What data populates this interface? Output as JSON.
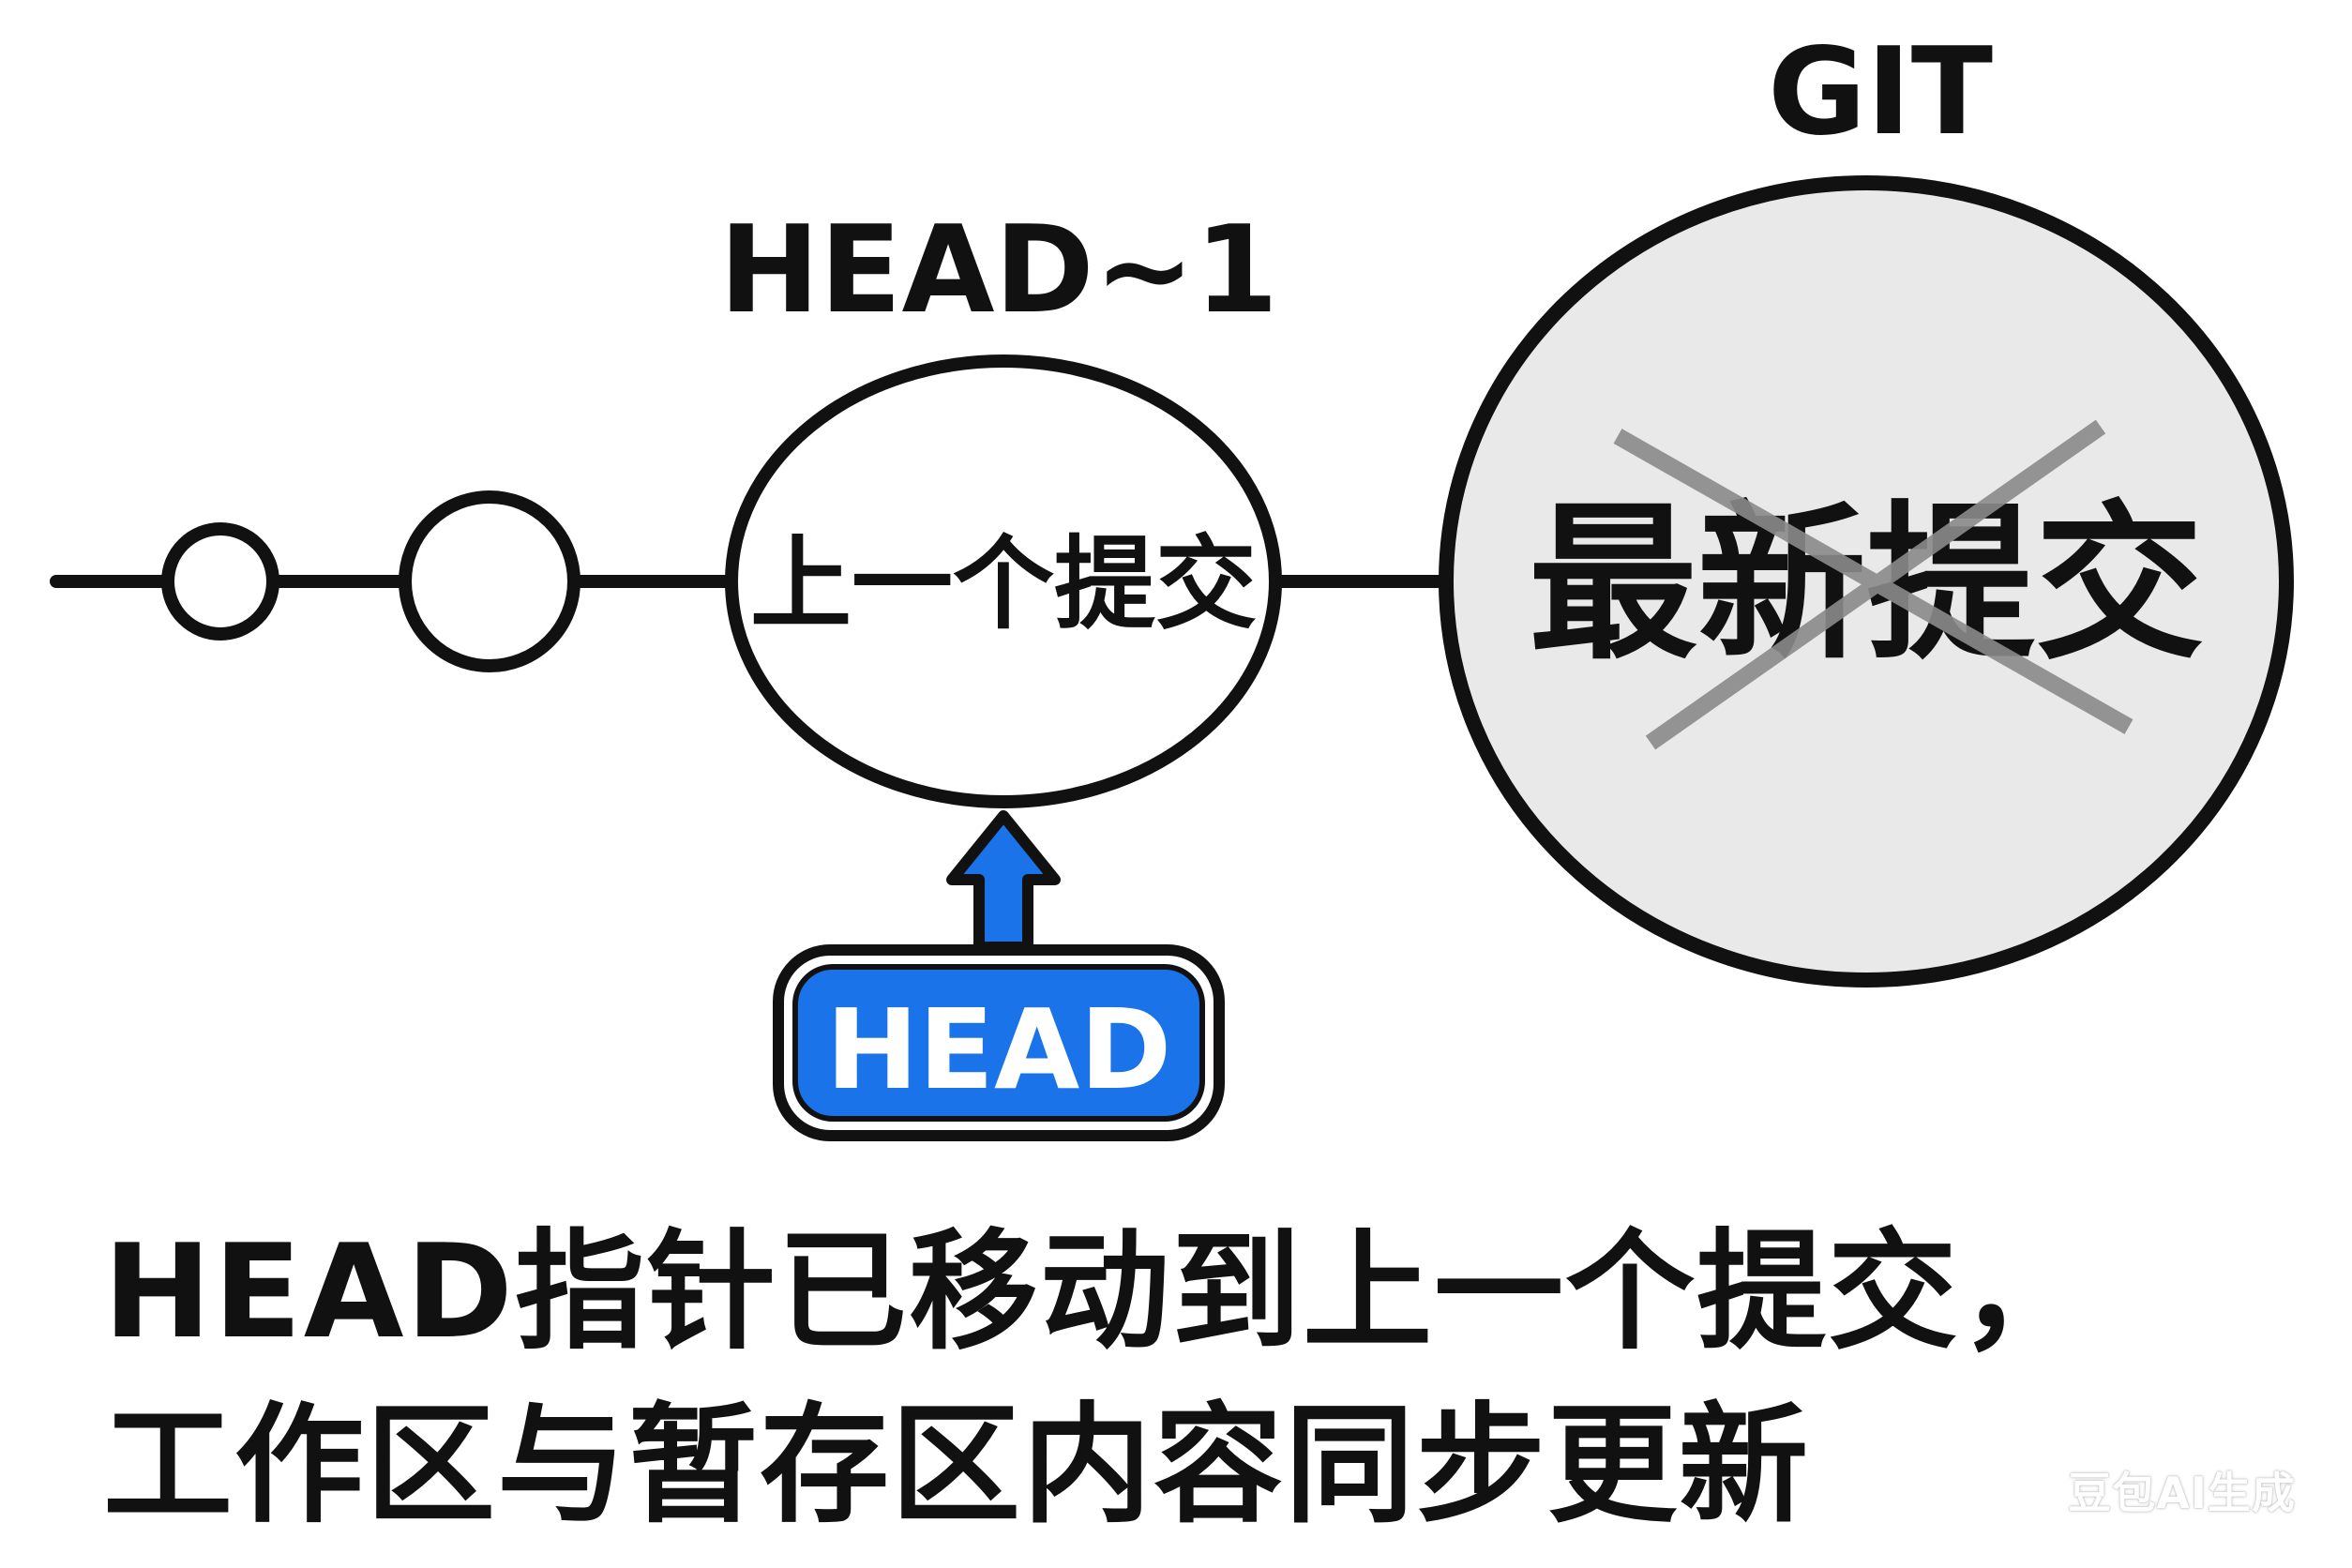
{
  "diagram": {
    "git_label": "GIT",
    "head_tilde_label": "HEAD~1",
    "previous_commit_label": "上一个提交",
    "latest_commit_label": "最新提交",
    "head_pointer_label": "HEAD",
    "caption_line_1": "HEAD指针已移动到上一个提交，",
    "caption_line_2": "工作区与暂存区内容同步更新",
    "watermark": "豆包AI生成"
  },
  "colors": {
    "head_box_fill": "#1a73e8",
    "head_box_border": "#111111",
    "latest_commit_fill": "#e9e9e9",
    "cross_out": "#8a8a8a",
    "line": "#111111"
  }
}
